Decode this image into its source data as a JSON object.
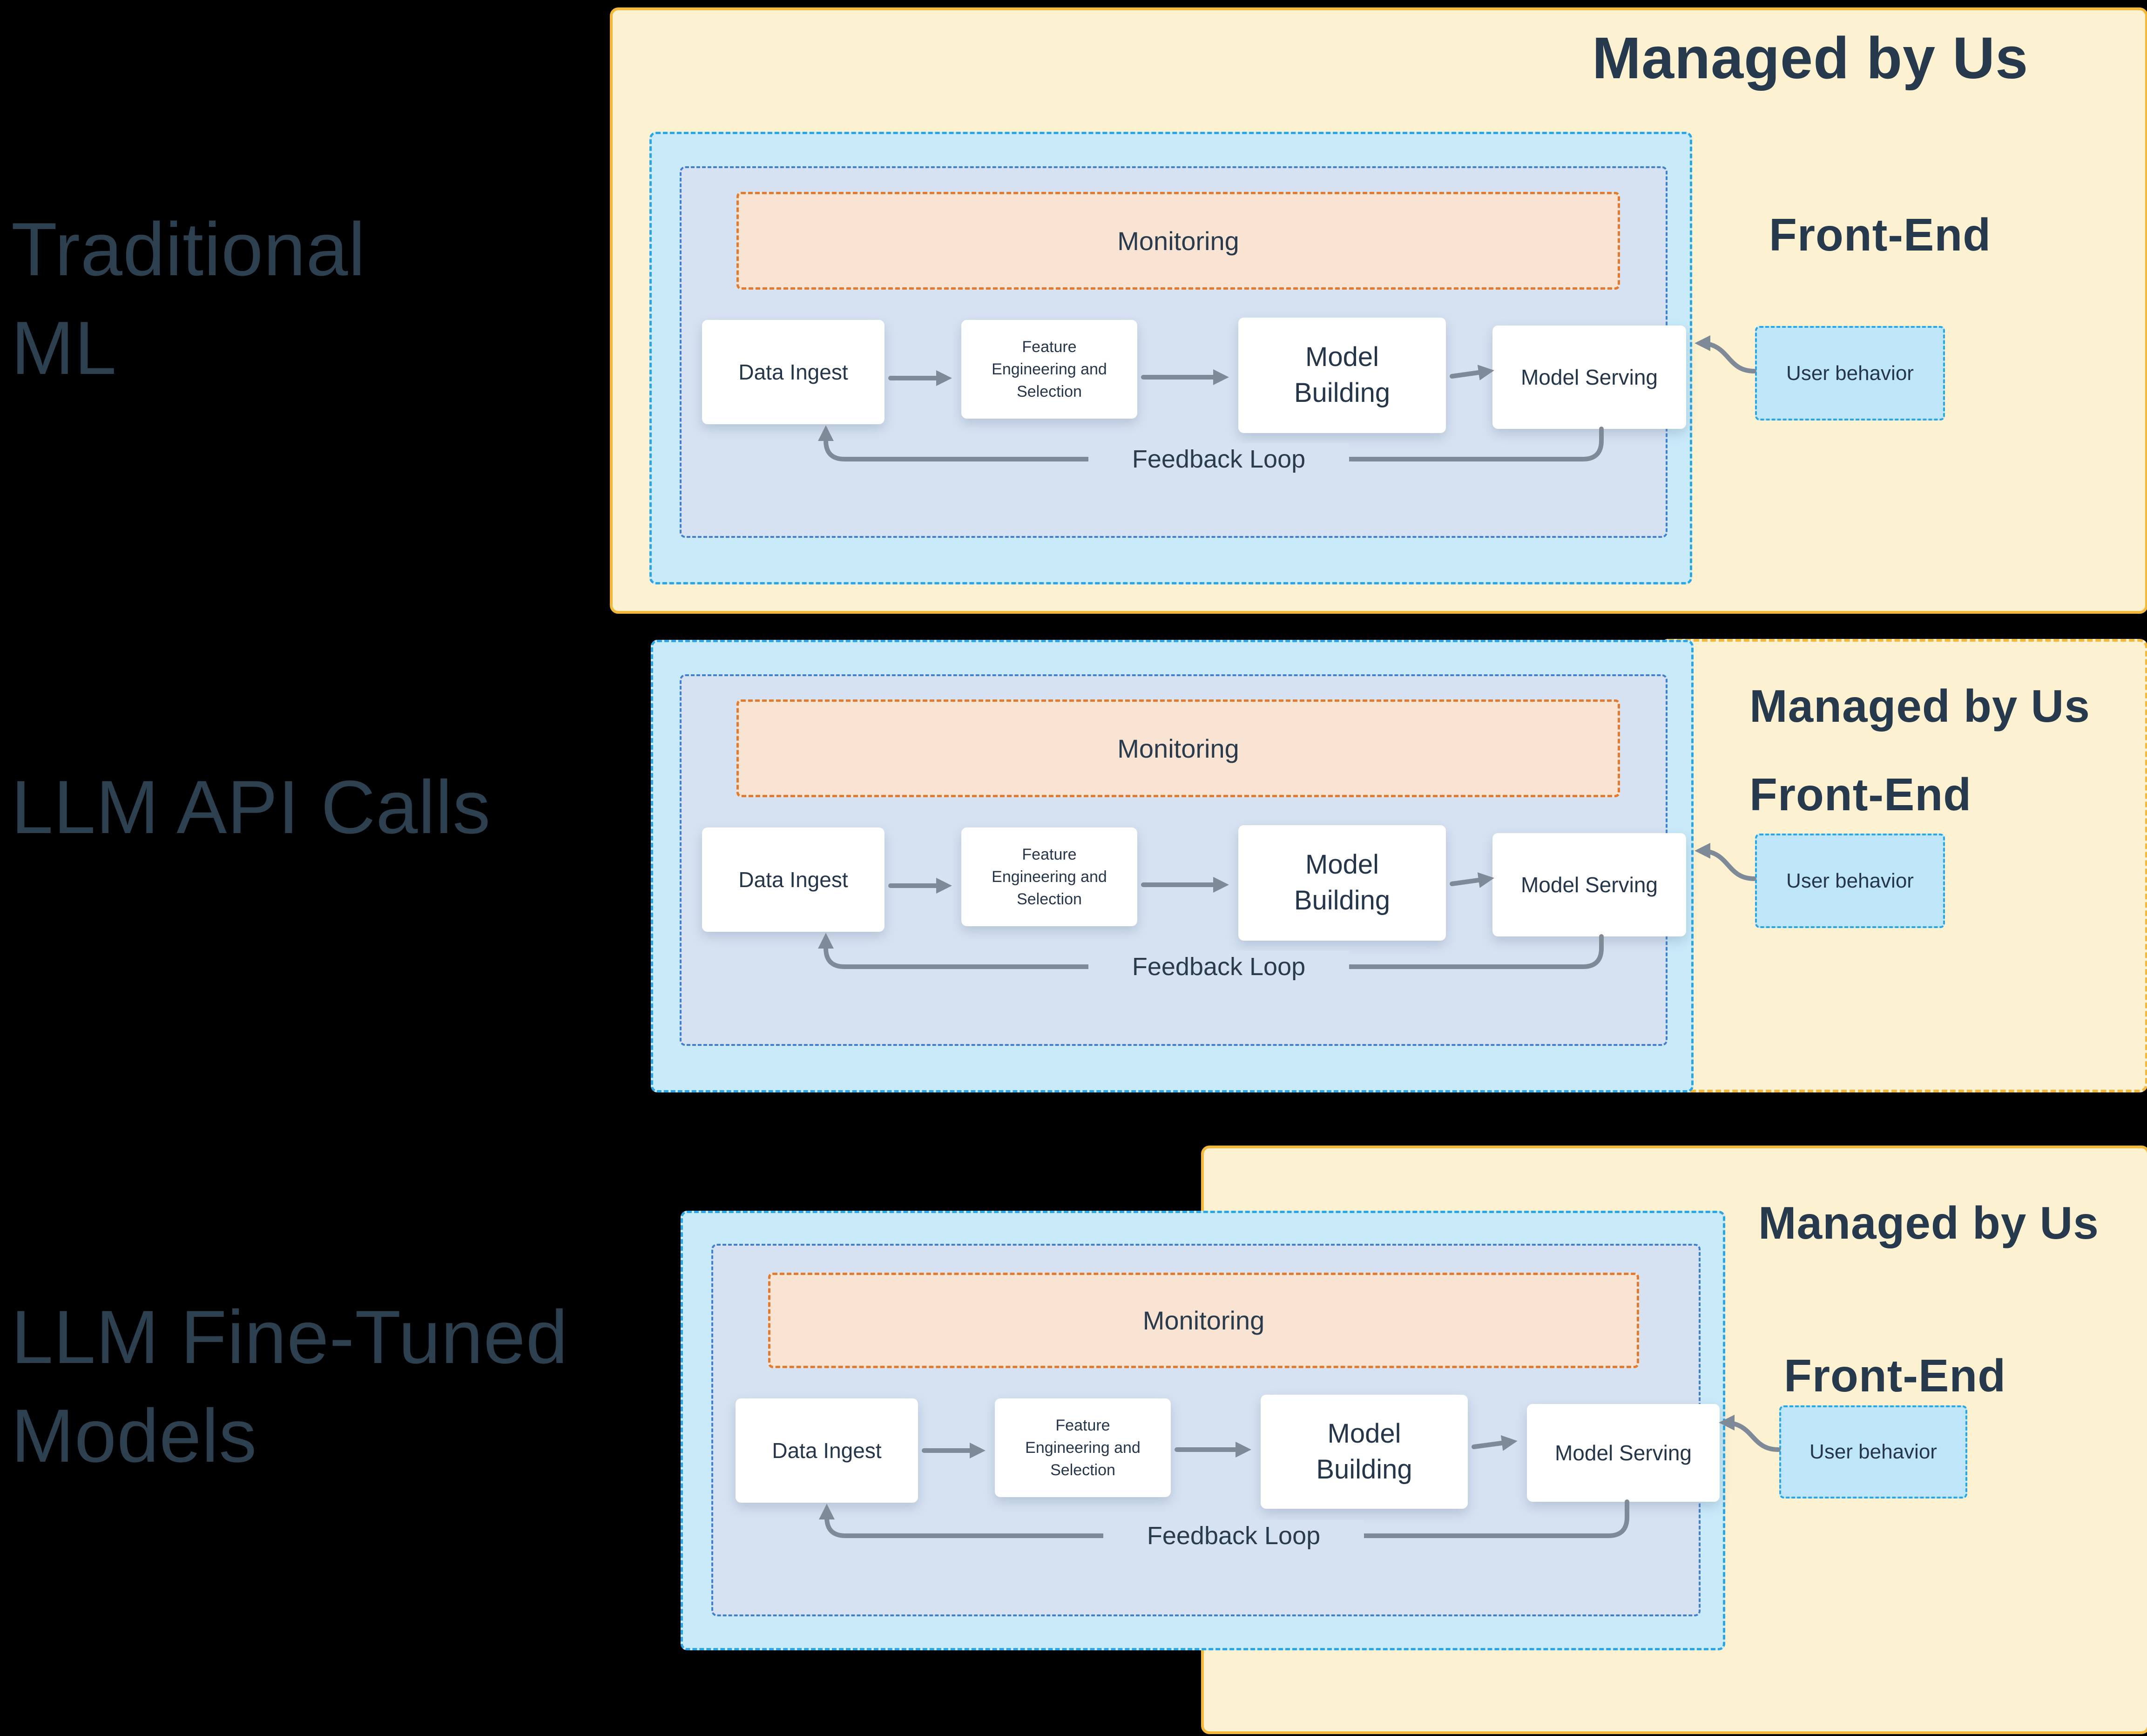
{
  "colors": {
    "background": "#000000",
    "managed_region_fill": "#fcf2d1",
    "managed_region_border": "#f3b93d",
    "pipeline_region_fill": "#c9eaf9",
    "pipeline_region_border": "#2aa6e6",
    "inner_region_fill": "#d6e2f2",
    "inner_region_border": "#3f80d0",
    "monitoring_fill": "#f9e3d3",
    "monitoring_border": "#e27a2f",
    "user_behavior_fill": "#bfe6f8",
    "process_box_fill": "#ffffff",
    "arrow_gray": "#7e8a98",
    "text_dark": "#293b4d",
    "side_label_color": "#2d4050"
  },
  "rows": [
    {
      "side_label": "Traditional\nML",
      "managed_by_us": "Managed by Us",
      "front_end": "Front-End",
      "user_behavior": "User behavior",
      "pipeline": {
        "monitoring": "Monitoring",
        "data_ingest": "Data Ingest",
        "feature_engineering": "Feature\nEngineering and\nSelection",
        "model_building": "Model\nBuilding",
        "model_serving": "Model Serving",
        "feedback_loop": "Feedback Loop"
      }
    },
    {
      "side_label": "LLM API Calls",
      "managed_by_us": "Managed by Us",
      "front_end": "Front-End",
      "user_behavior": "User behavior",
      "pipeline": {
        "monitoring": "Monitoring",
        "data_ingest": "Data Ingest",
        "feature_engineering": "Feature\nEngineering and\nSelection",
        "model_building": "Model\nBuilding",
        "model_serving": "Model Serving",
        "feedback_loop": "Feedback Loop"
      }
    },
    {
      "side_label": "LLM Fine-Tuned\nModels",
      "managed_by_us": "Managed by Us",
      "front_end": "Front-End",
      "user_behavior": "User behavior",
      "pipeline": {
        "monitoring": "Monitoring",
        "data_ingest": "Data Ingest",
        "feature_engineering": "Feature\nEngineering and\nSelection",
        "model_building": "Model\nBuilding",
        "model_serving": "Model Serving",
        "feedback_loop": "Feedback Loop"
      }
    }
  ]
}
